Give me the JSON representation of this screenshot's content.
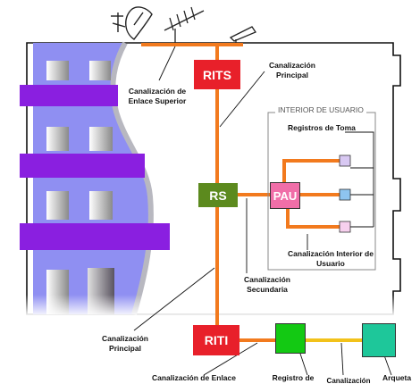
{
  "diagram": {
    "nodes": {
      "rits": "RITS",
      "rs": "RS",
      "pau": "PAU",
      "riti": "RITI"
    },
    "region_title": "INTERIOR DE USUARIO",
    "labels": {
      "canal_enlace_superior_1": "Canalización de",
      "canal_enlace_superior_2": "Enlace Superior",
      "canal_principal_top_1": "Canalización",
      "canal_principal_top_2": "Principal",
      "registros_toma": "Registros de Toma",
      "canal_interior_1": "Canalización Interior de",
      "canal_interior_2": "Usuario",
      "canal_secundaria_1": "Canalización",
      "canal_secundaria_2": "Secundaria",
      "canal_principal_bottom_1": "Canalización",
      "canal_principal_bottom_2": "Principal",
      "canal_enlace_bottom": "Canalización de Enlace",
      "registro_de": "Registro de",
      "canalizacion_cut": "Canalización",
      "arqueta": "Arqueta"
    },
    "colors": {
      "orange_line": "#f27a1e",
      "yellow_line": "#f2c21a",
      "red_box": "#e8202a",
      "green_rs": "#5c8a1e",
      "pau_pink": "#f06ea8",
      "green_box": "#13c913",
      "teal_box": "#1ec79a",
      "building_blue": "#8f8ff2",
      "floor_purple": "#8a1fe0"
    }
  }
}
